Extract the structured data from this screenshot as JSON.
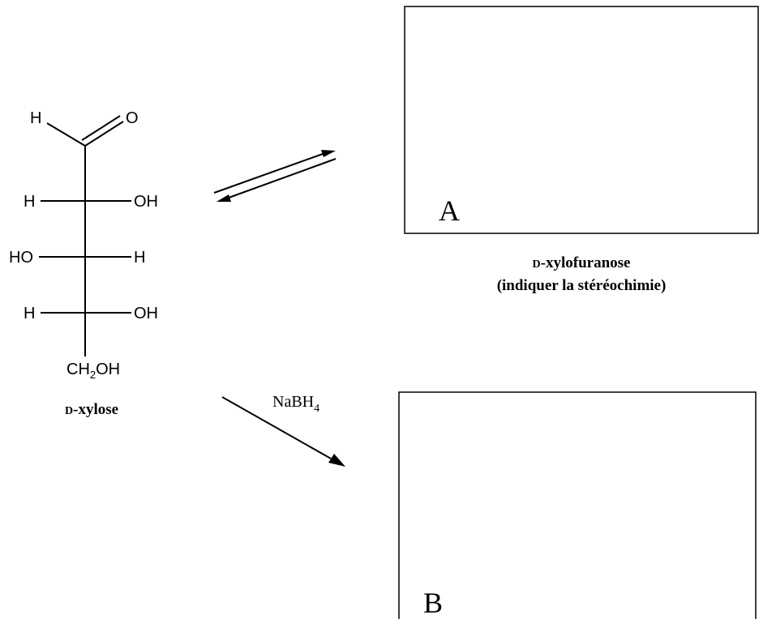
{
  "molecule": {
    "aldehyde_h": "H",
    "aldehyde_o": "O",
    "c2_left": "H",
    "c2_right": "OH",
    "c3_left": "HO",
    "c3_right": "H",
    "c4_left": "H",
    "c4_right": "OH",
    "c5_ch": "CH",
    "c5_sub": "2",
    "c5_oh": "OH",
    "name_prefix": "D",
    "name_suffix": "-xylose"
  },
  "reaction_a": {
    "box_letter": "A",
    "caption_prefix": "D",
    "caption_name": "-xylofuranose",
    "caption_note": "(indiquer la stéréochimie)"
  },
  "reaction_b": {
    "reagent_main": "NaBH",
    "reagent_sub": "4",
    "box_letter": "B"
  }
}
